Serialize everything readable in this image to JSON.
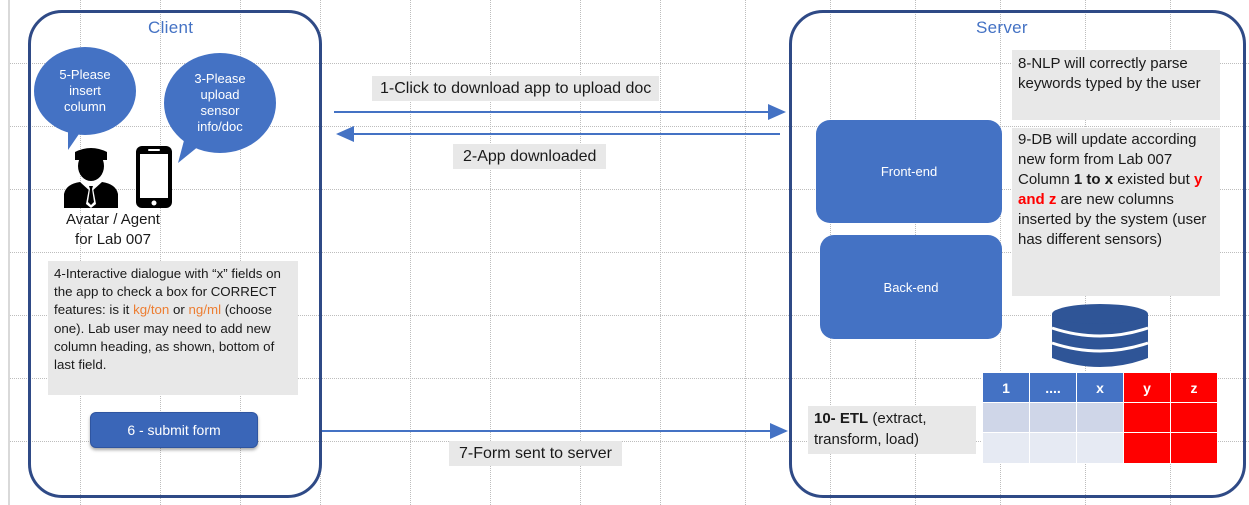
{
  "client": {
    "title": "Client",
    "bubble_insert": "5-Please insert column",
    "bubble_upload": "3-Please upload sensor info/doc",
    "agent_caption_line1": "Avatar / Agent",
    "agent_caption_line2": "for Lab 007",
    "dialogue_text_a": "4-Interactive dialogue with “x” fields on the app to check a box for CORRECT features: is it ",
    "dialogue_unit_1": "kg/ton",
    "dialogue_or": " or ",
    "dialogue_unit_2": "ng/ml",
    "dialogue_text_b": " (choose one). Lab user may need to add new column heading, as shown, bottom of last field.",
    "submit_label": "6 - submit form"
  },
  "server": {
    "title": "Server",
    "nlp_note": "8-NLP will correctly parse keywords typed by the user",
    "db_note_a": "9-DB will update according new form from Lab 007 Column ",
    "db_note_bold": "1 to x",
    "db_note_b": " existed but ",
    "db_note_red": "y and z",
    "db_note_c": " are new columns inserted by the system (user has different sensors)",
    "frontend_label": "Front-end",
    "backend_label": "Back-end",
    "etl_bold": "10- ETL",
    "etl_rest": " (extract, transform, load)"
  },
  "flows": {
    "download_request": "1-Click to download app to upload doc",
    "app_downloaded": "2-App downloaded",
    "form_sent": "7-Form sent to server"
  },
  "table": {
    "headers": [
      "1",
      "....",
      "x",
      "y",
      "z"
    ],
    "header_colors": [
      "#4472c4",
      "#4472c4",
      "#4472c4",
      "#ff0000",
      "#ff0000"
    ],
    "body_colors": [
      "#cfd6e8",
      "#cfd6e8",
      "#cfd6e8",
      "#ff0000",
      "#ff0000"
    ],
    "body_colors_alt": [
      "#e6eaf3",
      "#e6eaf3",
      "#e6eaf3",
      "#ff0000",
      "#ff0000"
    ]
  },
  "colors": {
    "accent_blue": "#4472c4",
    "panel_border": "#2f4a86",
    "arrow": "#4472c4",
    "highlight_orange": "#ed7d31",
    "highlight_red": "#ff0000"
  }
}
